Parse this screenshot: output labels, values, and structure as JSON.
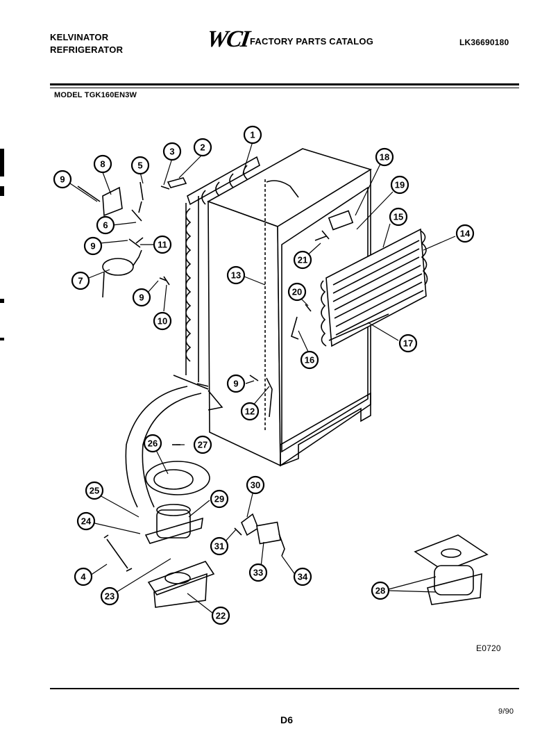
{
  "header": {
    "brand_line1": "KELVINATOR",
    "brand_line2": "REFRIGERATOR",
    "logo": "WCI",
    "catalog_title": "FACTORY PARTS CATALOG",
    "catalog_number": "LK36690180",
    "model_label": "MODEL TGK160EN3W"
  },
  "diagram": {
    "callouts": [
      "1",
      "2",
      "3",
      "4",
      "5",
      "6",
      "7",
      "8",
      "9",
      "9",
      "9",
      "9",
      "10",
      "11",
      "12",
      "13",
      "14",
      "15",
      "16",
      "17",
      "18",
      "19",
      "20",
      "21",
      "22",
      "23",
      "24",
      "25",
      "26",
      "27",
      "28",
      "29",
      "30",
      "31",
      "33",
      "34"
    ],
    "figure_code": "E0720"
  },
  "footer": {
    "page": "D6",
    "date": "9/90"
  }
}
